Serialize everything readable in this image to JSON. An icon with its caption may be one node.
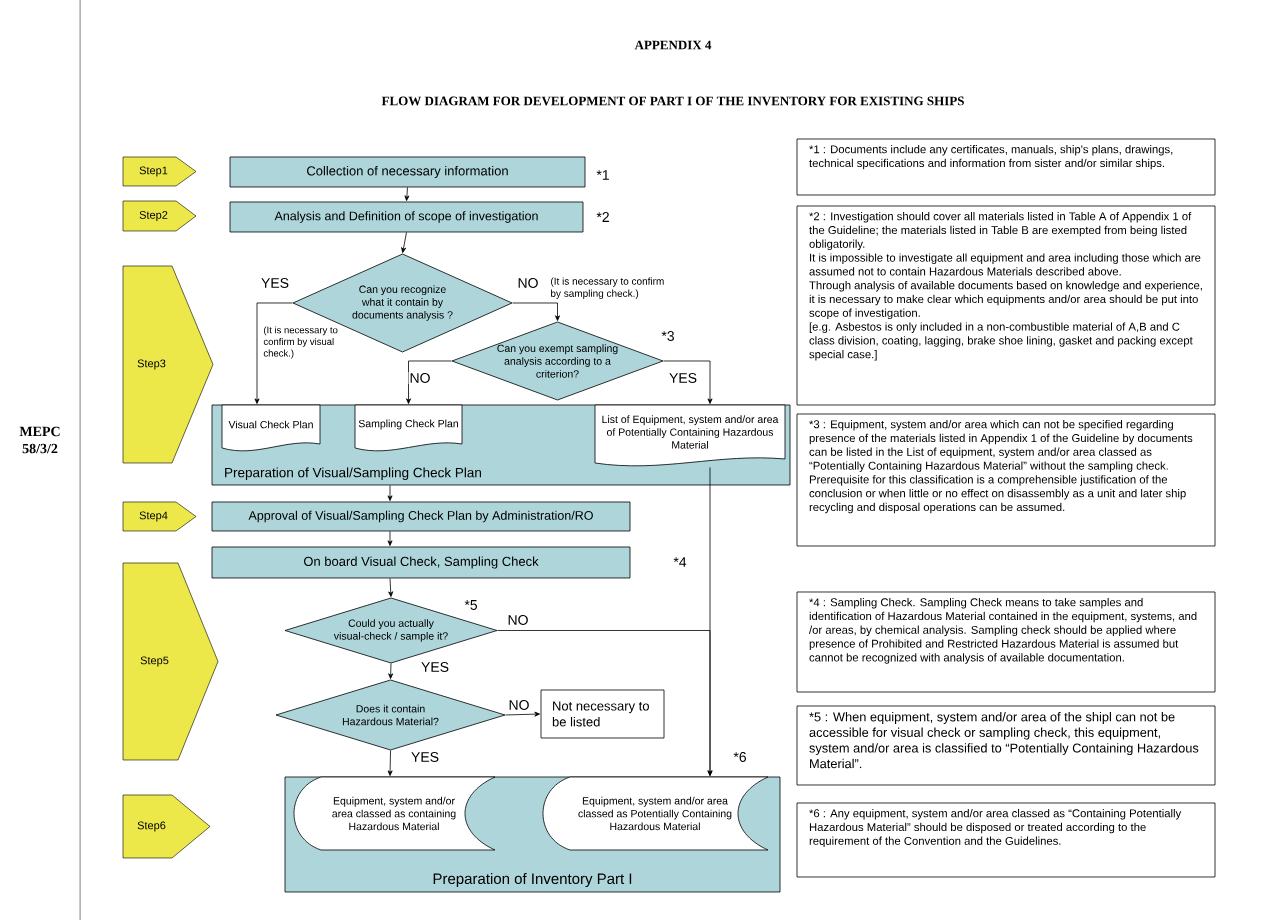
{
  "diagram": {
    "title": "FLOW DIAGRAM FOR DEVELOPMENT OF PART I OF THE INVENTORY FOR EXISTING SHIPS",
    "nodes": [
      {
        "text": [
          "Step1"
        ]
      },
      {
        "text": [
          "Step2"
        ]
      },
      {
        "text": [
          "Step3"
        ]
      },
      {
        "text": [
          "Step4"
        ]
      },
      {
        "text": [
          "Step5"
        ]
      },
      {
        "text": [
          "Step6"
        ]
      },
      {
        "text": [
          "Collection of necessary information"
        ],
        "beside": [
          "*1"
        ]
      },
      {
        "text": [
          "Analysis and Definition of scope of investigation"
        ],
        "beside": [
          "*2"
        ]
      },
      {
        "text": [
          "Can you recognize what it contain by documents analysis ?"
        ]
      },
      {
        "text": [
          "Can you exempt sampling analysis according to a criterion?"
        ],
        "beside": [
          "*3"
        ]
      },
      {
        "text": [
          "Preparation of Visual/Sampling Check Plan"
        ]
      },
      {
        "text": [
          "Visual Check Plan"
        ],
        "in": 10
      },
      {
        "text": [
          "Sampling Check Plan"
        ],
        "in": 10
      },
      {
        "text": [
          "List of Equipment, system and/or area of Potentially Containing Hazardous Material"
        ],
        "in": 10
      },
      {
        "text": [
          "Approval of Visual/Sampling Check Plan by Administration/RO"
        ]
      },
      {
        "text": [
          "On board Visual Check, Sampling Check"
        ],
        "beside": [
          "*4"
        ]
      },
      {
        "text": [
          "Could you actually visual-check / sample it?"
        ],
        "beside": [
          "*5"
        ]
      },
      {
        "text": [
          "Does it contain Hazardous Material?"
        ]
      },
      {
        "text": [
          "Not necessary to be listed"
        ]
      },
      {
        "text": [
          "Preparation of Inventory Part I"
        ]
      },
      {
        "text": [
          "Equipment, system and/or area classed as containing Hazardous Material"
        ],
        "in": 19
      },
      {
        "text": [
          "Equipment, system and/or area classed as Potentially Containing Hazardous Material"
        ],
        "in": 19,
        "beside": [
          "*6"
        ]
      },
      {
        "text": [
          "*1 : Documents include any certificates,  manuals, ship's plans, drawings, technical specifications and information from sister and/or similar ships."
        ]
      },
      {
        "text": [
          "*2 : Investigation should cover all materials listed in Table A of Appendix 1 of the Guideline; the materials listed in Table B are exempted from being listed obligatorily.",
          "It is impossible to investigate all equipment and area including those which are assumed not to contain Hazardous Materials described above.",
          "Through analysis of available documents based on  knowledge and experience, it is necessary to make clear which equipments and/or area should be put into scope of investigation.",
          "[e.g. Asbestos is only included in a non-combustible material of A,B and C class division, coating, lagging, brake shoe lining, gasket and packing except special case.]"
        ]
      },
      {
        "text": [
          "*3 : Equipment, system and/or area which can not be specified regarding presence of the materials listed in Appendix 1 of the Guideline by documents can be listed in the List of equipment, system and/or area classed as “Potentially Containing Hazardous Material” without the sampling check. Prerequisite for this classification is a comprehensible justification of the conclusion or when little or no effect on disassembly as a unit and later ship recycling and disposal operations can be assumed."
        ]
      },
      {
        "text": [
          "*4 : Sampling Check. Sampling Check means to take samples and identification of Hazardous Material contained in the equipment, systems, and /or areas, by chemical analysis. Sampling check should be applied where presence of Prohibited and Restricted Hazardous Material is assumed but cannot be recognized with analysis of available documentation."
        ]
      },
      {
        "text": [
          "*5 : When equipment, system and/or area of the shipl can not be accessible for visual check or sampling check, this equipment, system and/or area is classified to “Potentially Containing Hazardous Material”."
        ]
      },
      {
        "text": [
          "*6 : Any equipment, system and/or area classed as “Containing Potentially Hazardous Material” should be disposed  or treated according to the requirement of the Convention and the Guidelines."
        ]
      }
    ],
    "edges": [
      {
        "from": 6,
        "to": 7,
        "arrow": "to"
      },
      {
        "from": 7,
        "to": 8,
        "arrow": "to"
      },
      {
        "from": 8,
        "to": 11,
        "arrow": "to",
        "label": "YES"
      },
      {
        "from": 8,
        "to": 9,
        "arrow": "to",
        "label": "NO"
      },
      {
        "from": 9,
        "to": 12,
        "arrow": "to",
        "label": "NO"
      },
      {
        "from": 9,
        "to": 13,
        "arrow": "to",
        "label": "YES"
      },
      {
        "from": 10,
        "to": 14,
        "arrow": "to"
      },
      {
        "from": 14,
        "to": 15,
        "arrow": "to"
      },
      {
        "from": 15,
        "to": 16,
        "arrow": "to"
      },
      {
        "from": 16,
        "to": 17,
        "arrow": "to",
        "label": "YES"
      },
      {
        "from": 17,
        "to": 18,
        "arrow": "to",
        "label": "NO"
      },
      {
        "from": 17,
        "to": 20,
        "arrow": "to",
        "label": "YES"
      },
      {
        "from": 16,
        "to": 21,
        "arrow": "to",
        "label": "NO"
      },
      {
        "from": 13,
        "to": 21,
        "arrow": "to"
      }
    ],
    "labels": [
      "APPENDIX 4",
      "(It is necessary to confirm by sampling check.)",
      "(It is necessary to confirm by visual check.)",
      "MEPC 58/3/2"
    ]
  }
}
